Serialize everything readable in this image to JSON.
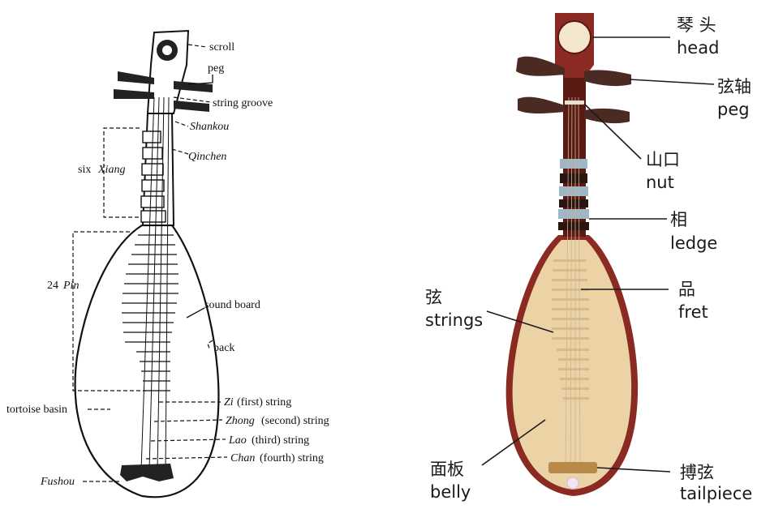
{
  "left_diagram": {
    "labels": {
      "scroll": "scroll",
      "peg": "peg",
      "string_groove": "string groove",
      "shankou": "Shankou",
      "qinchen": "Qinchen",
      "six_xiang_prefix": "six",
      "six_xiang_word": "Xiang",
      "pin_number": "24",
      "pin_word": "Pin",
      "sound_board": "sound board",
      "back": "back",
      "tortoise_basin": "tortoise basin",
      "fushou": "Fushou",
      "zi_name": "Zi",
      "zi_rest": "(first) string",
      "zhong_name": "Zhong",
      "zhong_rest": "(second) string",
      "lao_name": "Lao",
      "lao_rest": "(third) string",
      "chan_name": "Chan",
      "chan_rest": "(fourth) string"
    }
  },
  "right_diagram": {
    "labels": {
      "head_zh": "琴 头",
      "head_en": "head",
      "peg_zh": "弦轴",
      "peg_en": "peg",
      "nut_zh": "山口",
      "nut_en": "nut",
      "ledge_zh": "相",
      "ledge_en": "ledge",
      "fret_zh": "品",
      "fret_en": "fret",
      "strings_zh": "弦",
      "strings_en": "strings",
      "belly_zh": "面板",
      "belly_en": "belly",
      "tailpiece_zh": "搏弦",
      "tailpiece_en": "tailpiece"
    },
    "colors": {
      "wood": "#8b2a22",
      "soundboard": "#ecd3a6",
      "head_disc": "#f3e6cf"
    }
  }
}
